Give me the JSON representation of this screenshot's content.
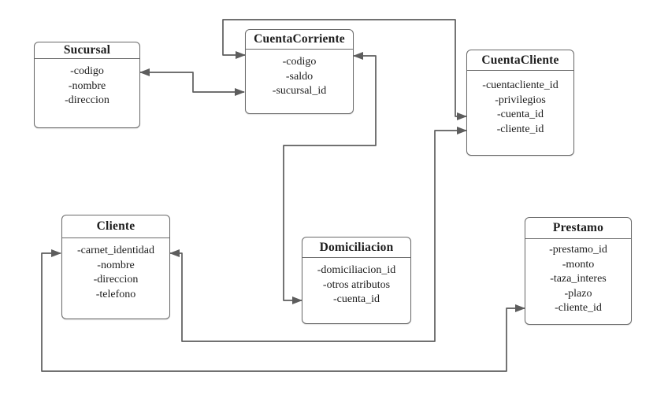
{
  "diagram": {
    "kind": "entity-relationship-diagram",
    "background": "#ffffff",
    "colors": {
      "line": "#5d5d5d",
      "box_border": "#696969",
      "text": "#1d1d1d"
    },
    "entities": [
      {
        "name": "Sucursal",
        "attributes": [
          "-codigo",
          "-nombre",
          "-direccion"
        ]
      },
      {
        "name": "CuentaCorriente",
        "attributes": [
          "-codigo",
          "-saldo",
          "-sucursal_id"
        ]
      },
      {
        "name": "CuentaCliente",
        "attributes": [
          "-cuentacliente_id",
          "-privilegios",
          "-cuenta_id",
          "-cliente_id"
        ]
      },
      {
        "name": "Cliente",
        "attributes": [
          "-carnet_identidad",
          "-nombre",
          "-direccion",
          "-telefono"
        ]
      },
      {
        "name": "Domiciliacion",
        "attributes": [
          "-domiciliacion_id",
          "-otros atributos",
          "-cuenta_id"
        ]
      },
      {
        "name": "Prestamo",
        "attributes": [
          "-prestamo_id",
          "-monto",
          "-taza_interes",
          "-plazo",
          "-cliente_id"
        ]
      }
    ],
    "connections": [
      {
        "from": "Sucursal",
        "to": "CuentaCorriente",
        "arrows": "both"
      },
      {
        "from": "CuentaCorriente",
        "to": "CuentaCliente",
        "arrows": "both"
      },
      {
        "from": "CuentaCorriente",
        "to": "Domiciliacion",
        "arrows": "both"
      },
      {
        "from": "Cliente",
        "to": "CuentaCliente",
        "arrows": "both"
      },
      {
        "from": "Cliente",
        "to": "Prestamo",
        "arrows": "both"
      }
    ]
  }
}
